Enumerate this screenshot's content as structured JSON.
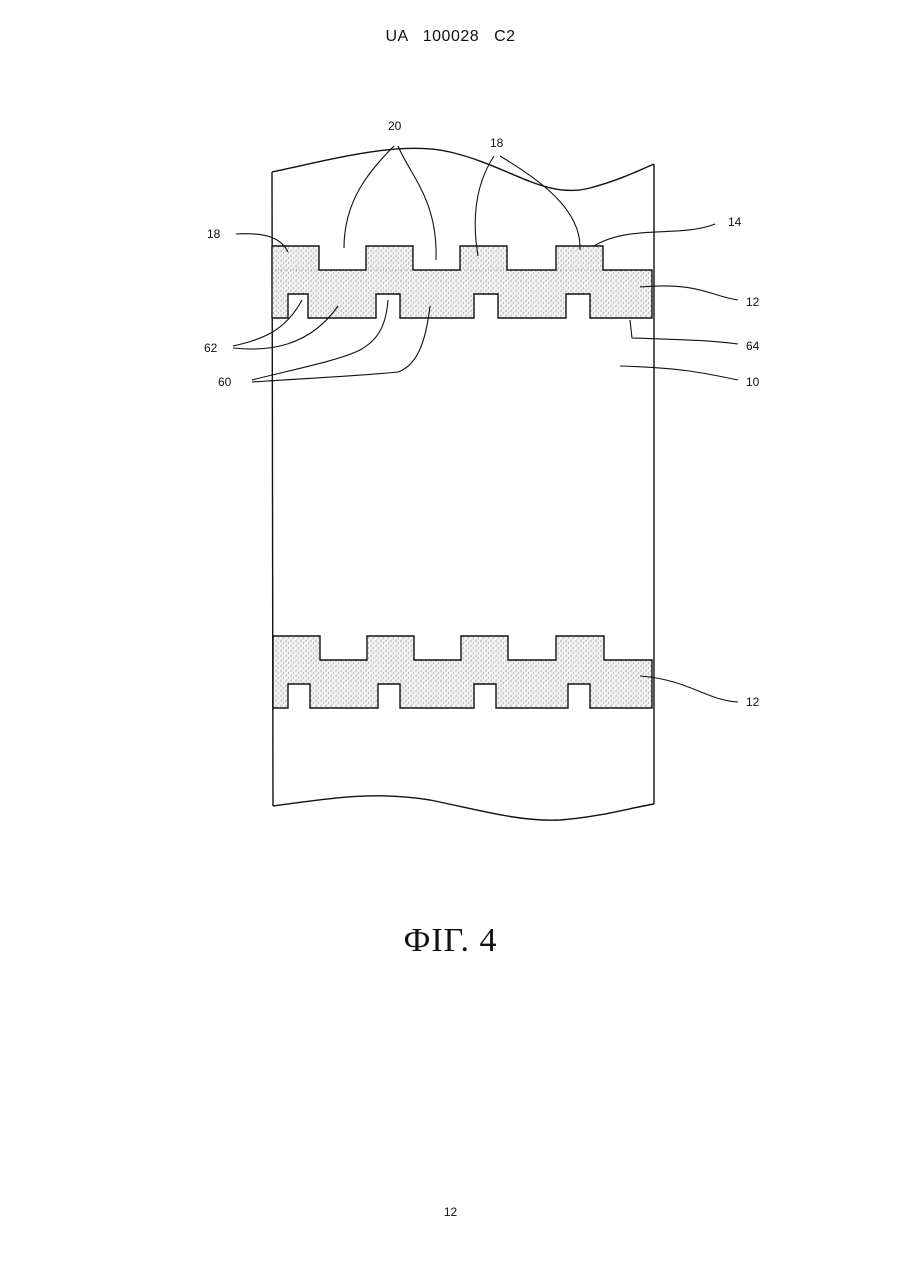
{
  "header": {
    "document_id": "UA 100028 C2"
  },
  "figure": {
    "caption": "ФІГ. 4",
    "labels": {
      "ref_20": "20",
      "ref_18_top": "18",
      "ref_18_left": "18",
      "ref_14": "14",
      "ref_12_upper": "12",
      "ref_62": "62",
      "ref_64": "64",
      "ref_60": "60",
      "ref_10": "10",
      "ref_12_lower": "12"
    }
  },
  "footer": {
    "page_number": "12"
  }
}
